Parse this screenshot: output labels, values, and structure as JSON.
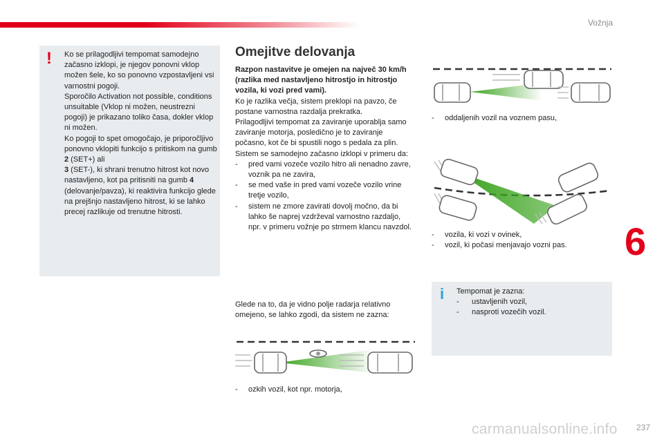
{
  "header": {
    "section": "Vožnja",
    "chapter": "6",
    "page_number": "237",
    "watermark": "carmanualsonline.info"
  },
  "warning": {
    "icon": "warning-exclamation-icon",
    "paragraphs": [
      "Ko se prilagodljivi tempomat samodejno začasno izklopi, je njegov ponovni vklop možen šele, ko so ponovno vzpostavljeni vsi varnostni pogoji.",
      "Sporočilo Activation not possible, conditions unsuitable (Vklop ni možen, neustrezni pogoji) je prikazano toliko časa, dokler vklop ni možen.",
      "Ko pogoji to spet omogočajo, je priporočljivo ponovno vklopiti funkcijo s pritiskom na gumb "
    ],
    "p3_b1": "2",
    "p3_mid": " (SET+) ali",
    "p3_b2": "3",
    "p3_mid2": " (SET-), ki shrani trenutno hitrost kot novo nastavljeno, kot pa pritisniti na gumb ",
    "p3_b3": "4",
    "p3_end": " (delovanje/pavza), ki reaktivira funkcijo glede na prejšnjo nastavljeno hitrost, ki se lahko precej razlikuje od trenutne hitrosti."
  },
  "main": {
    "title": "Omejitve delovanja",
    "intro_bold": "Razpon nastavitve je omejen na največ 30 km/h (razlika med nastavljeno hitrostjo in hitrostjo vozila, ki vozi pred vami).",
    "p1": "Ko je razlika večja, sistem preklopi na pavzo, če postane varnostna razdalja prekratka.",
    "p2": "Prilagodljivi tempomat za zaviranje uporablja samo zaviranje motorja, posledično je to zaviranje počasno, kot če bi spustili nogo s pedala za plin.",
    "p3": "Sistem se samodejno začasno izklopi v primeru da:",
    "list": [
      "pred vami vozeče vozilo hitro ali nenadno zavre, voznik pa ne zavira,",
      "se med vaše in pred vami vozeče vozilo vrine tretje vozilo,",
      "sistem ne zmore zavirati dovolj močno, da bi lahko še naprej vzdrževal varnostno razdaljo, npr. v primeru vožnje po strmem klancu navzdol."
    ],
    "radar_text": "Glede na to, da je vidno polje radarja relativno omejeno, se lahko zgodi, da sistem ne zazna:",
    "caption_moto": "ozkih vozil, kot npr. motorja,",
    "caption_lane": "oddaljenih vozil na voznem pasu,",
    "caption_curve": [
      "vozila, ki vozi v ovinek,",
      "vozil, ki počasi menjavajo vozni pas."
    ]
  },
  "info": {
    "icon": "info-icon",
    "title": "Tempomat je zazna:",
    "items": [
      "ustavljenih vozil,",
      "nasproti vozečih vozil."
    ]
  },
  "colors": {
    "accent_red": "#e2001a",
    "info_blue": "#2b9fdb",
    "radar_green": "#3aa31e",
    "box_gray": "#e8ecef"
  }
}
